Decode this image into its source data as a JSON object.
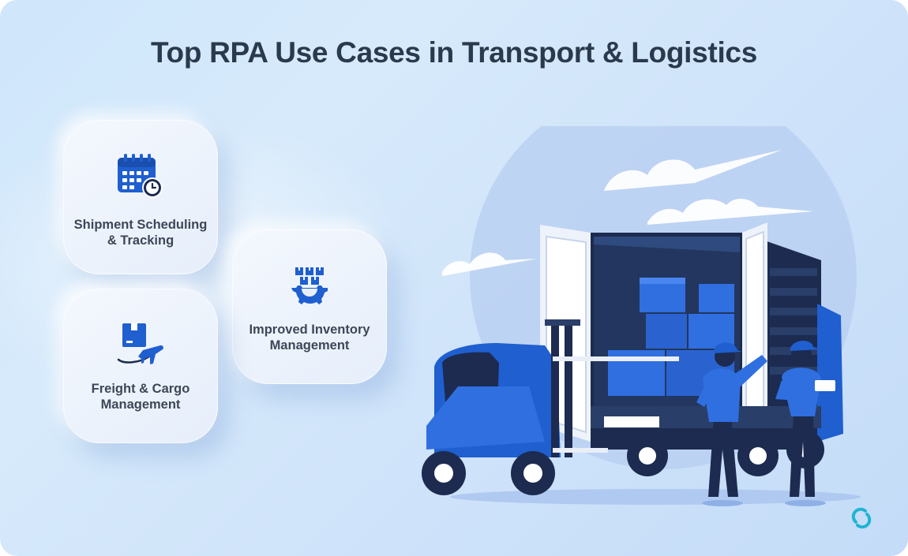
{
  "title": "Top RPA Use Cases in Transport & Logistics",
  "cards": [
    {
      "line1": "Shipment Scheduling",
      "line2": "& Tracking",
      "icon": "calendar-clock-icon"
    },
    {
      "line1": "Improved Inventory",
      "line2": "Management",
      "icon": "boxes-gear-icon"
    },
    {
      "line1": "Freight & Cargo",
      "line2": "Management",
      "icon": "box-plane-icon"
    }
  ],
  "illustration": "truck-loading-illustration",
  "logo": "brand-logo-icon",
  "colors": {
    "accent": "#1f5fcf",
    "dark_navy": "#1c2b4f",
    "title": "#2a3a4c",
    "background": "#cfe3fa"
  }
}
